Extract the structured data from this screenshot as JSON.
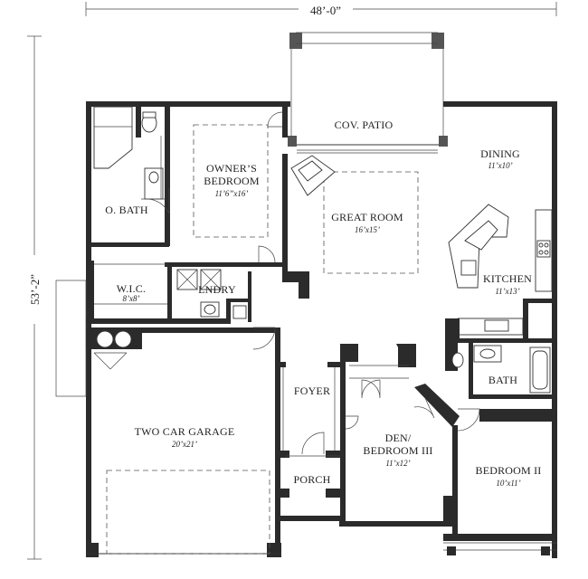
{
  "dimensions": {
    "width": "48’-0”",
    "depth": "53’-2”"
  },
  "rooms": {
    "patio": {
      "name": "COV. PATIO"
    },
    "dining": {
      "name": "DINING",
      "size": "11’x10’"
    },
    "owners": {
      "name1": "OWNER’S",
      "name2": "BEDROOM",
      "size": "11’6”x16’"
    },
    "obath": {
      "name": "O. BATH"
    },
    "great": {
      "name": "GREAT ROOM",
      "size": "16’x15’"
    },
    "kitchen": {
      "name": "KITCHEN",
      "size": "11’x13’"
    },
    "wic": {
      "name": "W.I.C.",
      "size": "8’x8’"
    },
    "lndry": {
      "name": "LNDRY"
    },
    "foyer": {
      "name": "FOYER"
    },
    "bath": {
      "name": "BATH"
    },
    "garage": {
      "name": "TWO CAR GARAGE",
      "size": "20’x21’"
    },
    "den": {
      "name1": "DEN/",
      "name2": "BEDROOM III",
      "size": "11’x12’"
    },
    "bed2": {
      "name": "BEDROOM II",
      "size": "10’x11’"
    },
    "porch": {
      "name": "PORCH"
    }
  }
}
